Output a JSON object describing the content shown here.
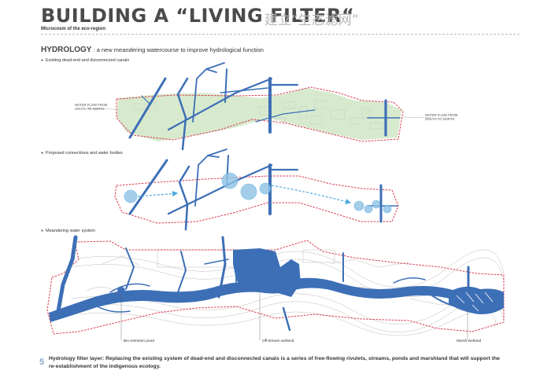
{
  "header": {
    "title": "BUILDING A “LIVING FILTER“",
    "title_cn": "建立“生态滤网”",
    "subtitle": "Microcosm of the eco-region"
  },
  "section": {
    "title": "HYDROLOGY",
    "description": ": a new meandering watercourse to improve hydrological function"
  },
  "panels": [
    {
      "label": "Existing dead-end and disconnected canals"
    },
    {
      "label": "Proposed connections and water bodies"
    },
    {
      "label": "Meandering water system"
    }
  ],
  "map_labels": {
    "left_flow": "WATER FLOW FROM SOUTH TO NORTH",
    "right_flow": "WATER FLOW FROM SOUTH TO NORTH",
    "bio_retention": "Bio retention pond",
    "off_stream": "Off-stream wetland",
    "marsh": "Marsh wetland"
  },
  "footer": {
    "page_number": "5",
    "caption": "Hydrology filter layer: Replacing the existing system of dead-end and disconnected canals is a series of free-flowing rivulets, streams, ponds and marshland that will support the re-establishment of the indigenous ecology."
  },
  "colors": {
    "water": "#3d6fb6",
    "water_light": "#8fc3e6",
    "boundary": "#d9394f",
    "green": "#c9e3bd",
    "contour": "#bdbdbd"
  }
}
